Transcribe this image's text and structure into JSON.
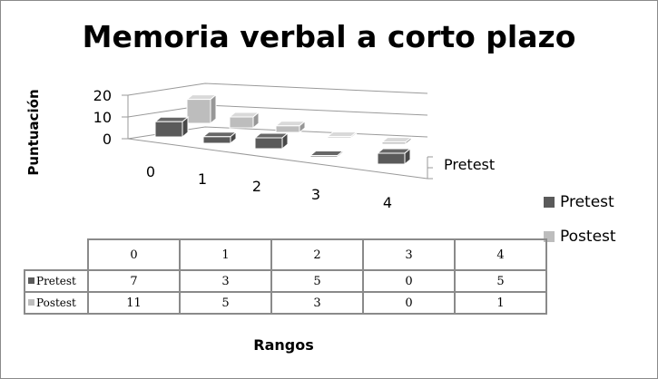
{
  "chart_data": {
    "type": "bar",
    "subtype": "3d-column-with-data-table",
    "title": "Memoria verbal a corto plazo",
    "xlabel": "Rangos",
    "ylabel": "Puntuación",
    "categories": [
      "0",
      "1",
      "2",
      "3",
      "4"
    ],
    "yticks": [
      "20",
      "10",
      "0"
    ],
    "ylim": [
      0,
      20
    ],
    "depth_axis_label": "Pretest",
    "series": [
      {
        "name": "Pretest",
        "values": [
          7,
          3,
          5,
          0,
          5
        ],
        "color": "#5a5a5a"
      },
      {
        "name": "Postest",
        "values": [
          11,
          5,
          3,
          0,
          1
        ],
        "color": "#bdbdbd"
      }
    ],
    "legend_position": "right"
  }
}
